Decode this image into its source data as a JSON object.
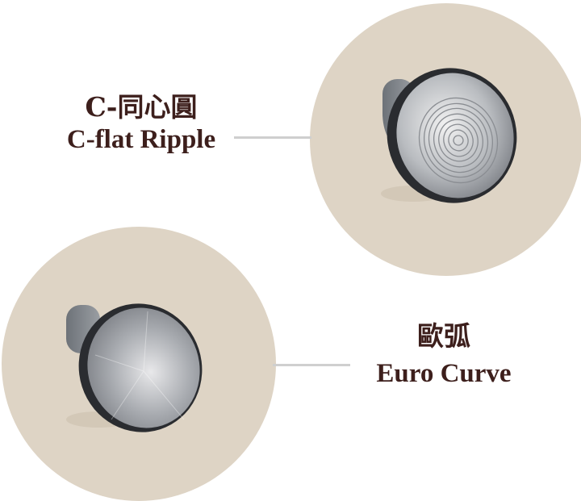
{
  "items": [
    {
      "name_zh": "C-同心圓",
      "name_en": "C-flat Ripple",
      "surface": "concentric-ripple",
      "image": "tamper-c-flat-ripple"
    },
    {
      "name_zh": "歐弧",
      "name_en": "Euro Curve",
      "surface": "smooth-curve",
      "image": "tamper-euro-curve"
    }
  ],
  "colors": {
    "circle_bg": "#ded4c5",
    "text": "#3d1f1c",
    "connector": "#cfcfcf"
  }
}
